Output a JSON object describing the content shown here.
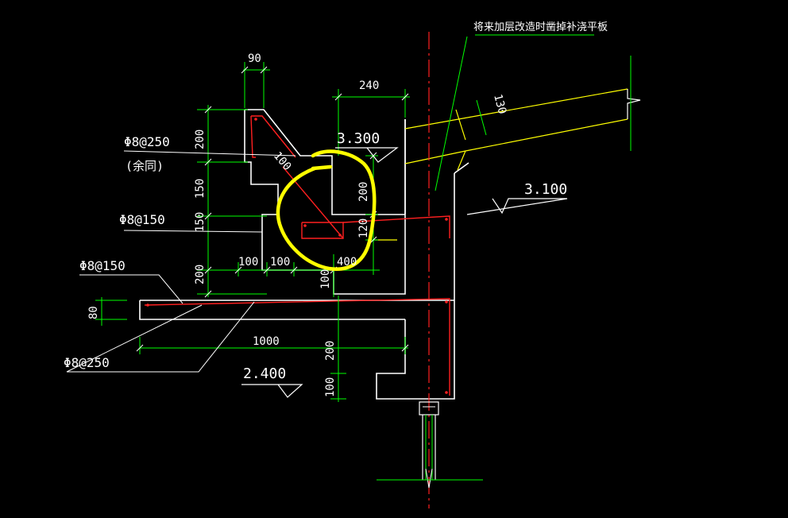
{
  "drawing": {
    "colors": {
      "background": "#000000",
      "outline": "#ffffff",
      "dimension": "#00ff00",
      "rebar": "#ff2020",
      "centerline": "#ff2020",
      "roof_line": "#ffff00",
      "highlight": "#ffff00",
      "text": "#ffffff",
      "annotation": "#cccccc"
    },
    "top_note": "将来加层改造时凿掉补浇平板",
    "level_marks": {
      "l3300": "3.300",
      "l3100": "3.100",
      "l2400": "2.400"
    },
    "rebar_labels": {
      "r1": "Φ8@250",
      "r1_sub": "(余同)",
      "r2": "Φ8@150",
      "r3": "Φ8@150",
      "r4": "Φ8@250"
    },
    "dimensions": {
      "d90": "90",
      "d240": "240",
      "d130": "130",
      "d200a": "200",
      "d150a": "150",
      "d150b": "150",
      "d200b": "200",
      "d100diag": "100",
      "d200c": "200",
      "d120": "120",
      "d100a": "100",
      "d100b": "100",
      "d400": "400",
      "d100v": "100",
      "d80": "80",
      "d1000": "1000",
      "d200d": "200",
      "d100e": "100"
    }
  }
}
